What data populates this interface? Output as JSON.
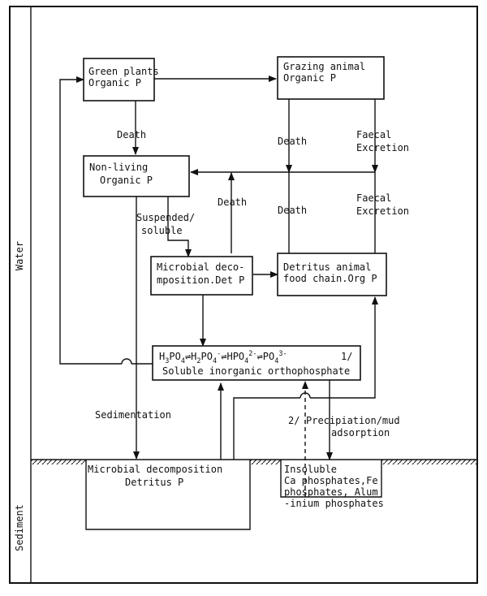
{
  "zones": {
    "water": "Water",
    "sediment": "Sediment"
  },
  "boxes": {
    "green_plants": {
      "line1": "Green plants",
      "line2": "Organic P"
    },
    "grazing_animal": {
      "line1": "Grazing animal",
      "line2": "Organic P"
    },
    "non_living": {
      "line1": "Non-living",
      "line2": "Organic P"
    },
    "microbial_det": {
      "line1": "Microbial deco-",
      "line2": "mposition.Det P"
    },
    "detritus_chain": {
      "line1": "Detritus animal",
      "line2": "food chain.Org P"
    },
    "orthophosphate": {
      "formula": {
        "h": "H",
        "h_sub": "3",
        "po4": "PO",
        "po4_sub": "4",
        "h2": "H",
        "h2_sub": "2",
        "po4b": "PO",
        "po4b_sub": "4",
        "po4b_sup": "-",
        "hpo4": "HPO",
        "hpo4_sub": "4",
        "hpo4_sup": "2-",
        "po4c": "PO",
        "po4c_sub": "4",
        "po4c_sup": "3-",
        "arrow": "⇌"
      },
      "note": "1/",
      "line2": "Soluble inorganic orthophosphate"
    },
    "sediment_microbial": {
      "line1": "Microbial decomposition",
      "line2": "Detritus P"
    },
    "insoluble": {
      "line1": "Insoluble",
      "line2": "Ca phosphates,Fe",
      "line3": "phosphates, Alum",
      "line4": "-inium phosphates"
    }
  },
  "labels": {
    "death_1": "Death",
    "death_2": "Death",
    "death_3": "Death",
    "death_4": "Death",
    "faecal_1a": "Faecal",
    "faecal_1b": "Excretion",
    "faecal_2a": "Faecal",
    "faecal_2b": "Excretion",
    "suspended_a": "Suspended/",
    "suspended_b": "soluble",
    "sedimentation": "Sedimentation",
    "precip_note": "2/",
    "precip_a": "Precipiation/mud",
    "precip_b": "adsorption"
  }
}
